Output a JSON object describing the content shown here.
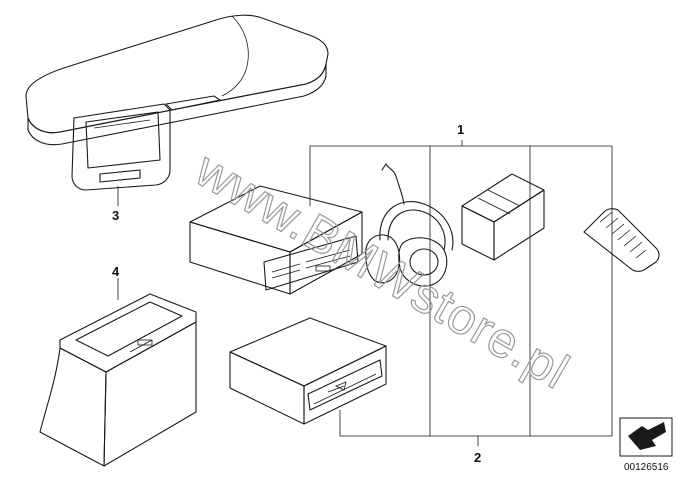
{
  "diagram": {
    "callouts": {
      "item1": "1",
      "item2": "2",
      "item3": "3",
      "item4": "4"
    },
    "watermark": "www.BMWstore.pl",
    "image_code": "00126516",
    "colors": {
      "line": "#1a1a1a",
      "part_light": "#f2f2f2",
      "part_mid": "#d9d9d9",
      "part_dark": "#b0b0b0",
      "screen": "#8e8e8e",
      "watermark": "#9a9a9a"
    },
    "icons": {
      "corner": "direction-arrow-icon"
    }
  }
}
